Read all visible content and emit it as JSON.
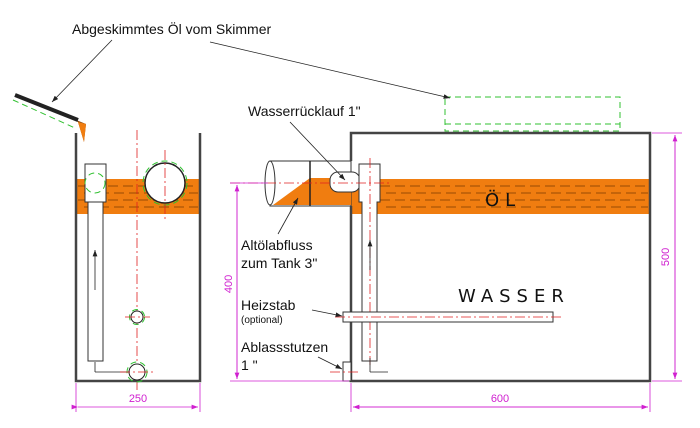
{
  "labels": {
    "skimmer_oil": "Abgeskimmtes Öl vom Skimmer",
    "water_return": "Wasserrücklauf 1\"",
    "oil_drain_line1": "Altölabfluss",
    "oil_drain_line2": "zum Tank 3\"",
    "heater": "Heizstab",
    "heater_note": "(optional)",
    "drain_stub": "Ablassstutzen",
    "drain_stub_size": "1 \"",
    "oil": "ÖL",
    "water": "WASSER"
  },
  "dimensions": {
    "side_width": "250",
    "front_width": "600",
    "height_total": "500",
    "water_level": "400"
  },
  "colors": {
    "oil": "#f07d10",
    "dimension": "#d020d0",
    "centerline": "#e02020",
    "skimmer_outline": "#30c030"
  }
}
